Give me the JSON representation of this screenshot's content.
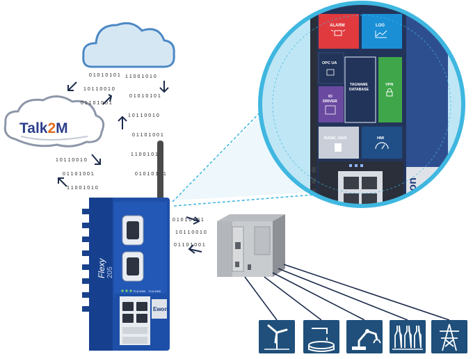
{
  "talk2m": {
    "text_a": "Talk",
    "text_b": "2",
    "text_c": "M"
  },
  "device": {
    "model": "Flexy",
    "model_number": "205",
    "brand": "Ewon",
    "port_label_1": "FLA 2000",
    "port_label_2": "FLA 2000"
  },
  "modules": {
    "alarm": "ALARM",
    "log": "LOG",
    "opc_ua": "OPC UA",
    "tagname_db_line1": "TAGNAME",
    "tagname_db_line2": "DATABASE",
    "vpn": "VPN",
    "io_driver_line1": "IO",
    "io_driver_line2": "DRIVER",
    "basic_java": "BASIC JAVA",
    "hmi": "HMI",
    "brand_side": "ewon"
  },
  "binary_streams": [
    "0 1 0 1 0 1 0 1",
    "1 0 1 1 0 0 1 0",
    "0 1 1 0 1 0 0 1",
    "1 1 0 0 1 0 1 0"
  ],
  "industry_icons": [
    "wind-turbine-icon",
    "water-treatment-icon",
    "robot-arm-icon",
    "bottling-icon",
    "power-pylon-icon"
  ],
  "colors": {
    "zoom_ring": "#3fb7e0",
    "zoom_fill": "#bfe6f5",
    "device_blue": "#1e4fa8",
    "icon_tile": "#1f4f7a",
    "cloud_fill": "#d6e7f4",
    "alarm": "#e03a3e",
    "log": "#1a8fd6",
    "vpn": "#3fa74a",
    "io_driver": "#6a4aa0",
    "dark_panel": "#23345a"
  }
}
